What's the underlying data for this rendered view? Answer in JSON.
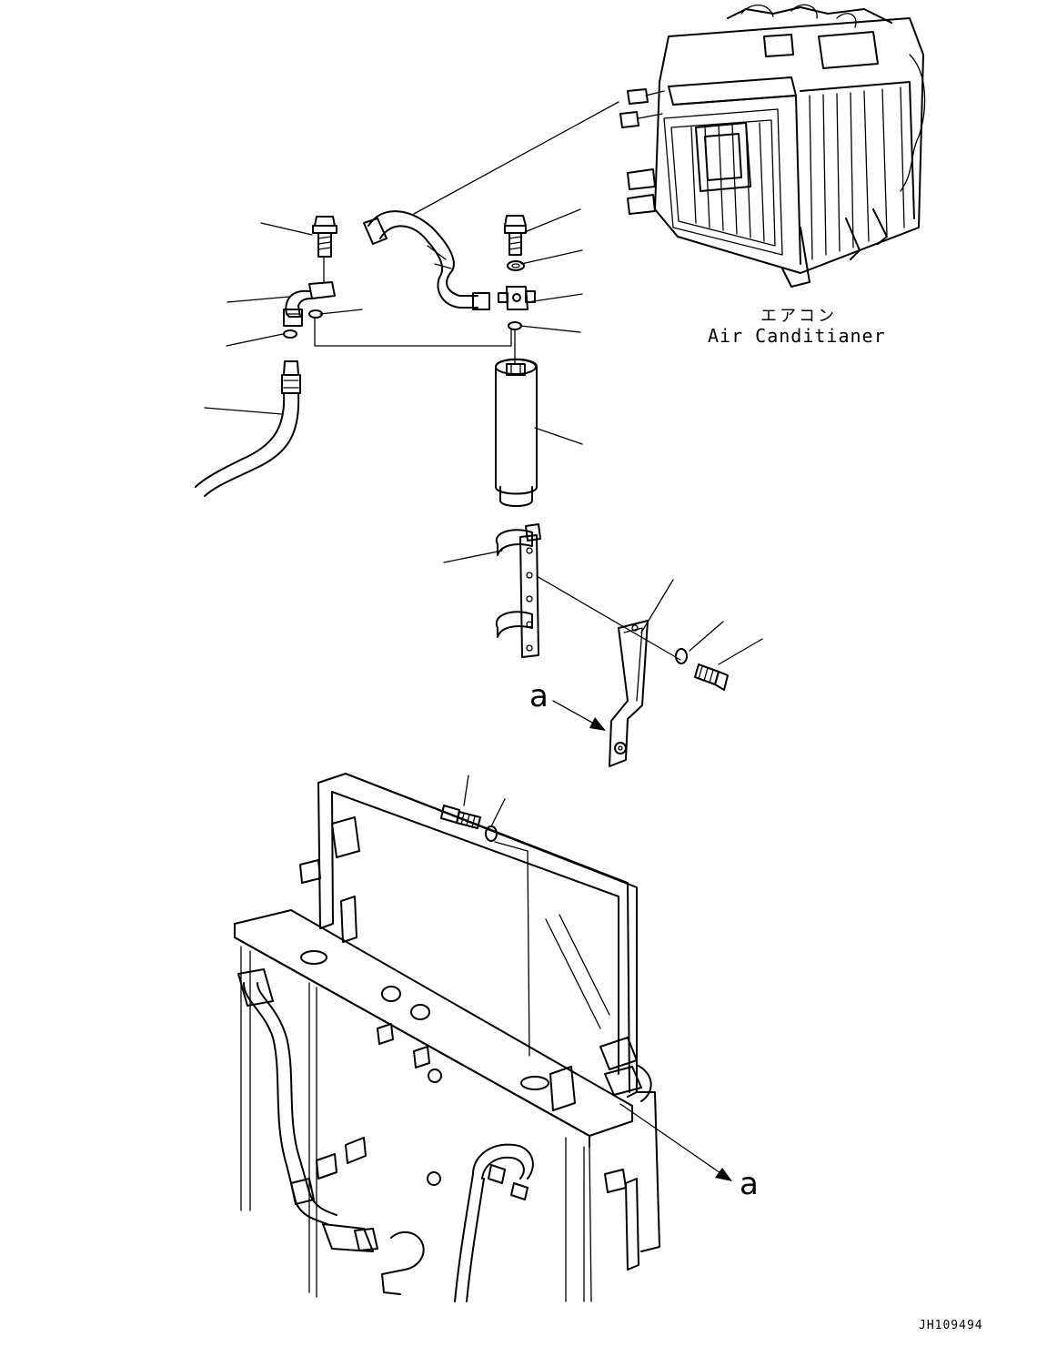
{
  "labels": {
    "component_jp": "エアコン",
    "component_en": "Air Canditianer",
    "view_ref_upper": "a",
    "view_ref_lower": "a",
    "drawing_id": "JH109494"
  },
  "colors": {
    "line": "#000000",
    "background": "#ffffff"
  }
}
